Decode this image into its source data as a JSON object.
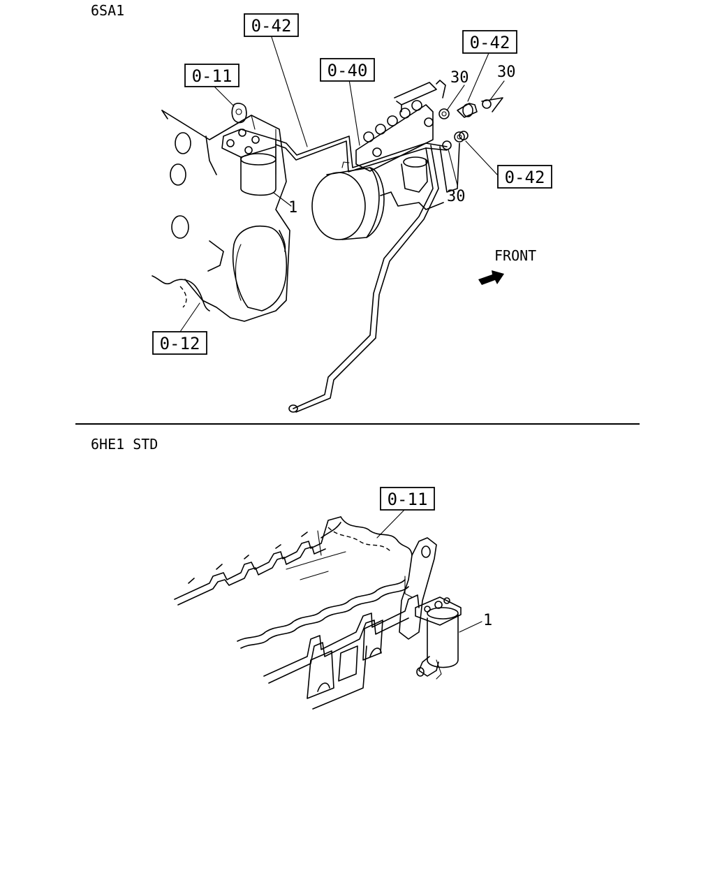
{
  "sections": {
    "top": {
      "title": "6SA1"
    },
    "bottom": {
      "title": "6HE1 STD"
    }
  },
  "callouts": {
    "top_042_a": "0-42",
    "top_011": "0-11",
    "top_040": "0-40",
    "top_042_b": "0-42",
    "top_042_c": "0-42",
    "top_012": "0-12",
    "bottom_011": "0-11"
  },
  "part_numbers": {
    "top_filter": "1",
    "top_30_a": "30",
    "top_30_b": "30",
    "top_30_c": "30",
    "bottom_filter": "1"
  },
  "direction": {
    "label": "FRONT",
    "icon": "front-arrow-icon"
  }
}
